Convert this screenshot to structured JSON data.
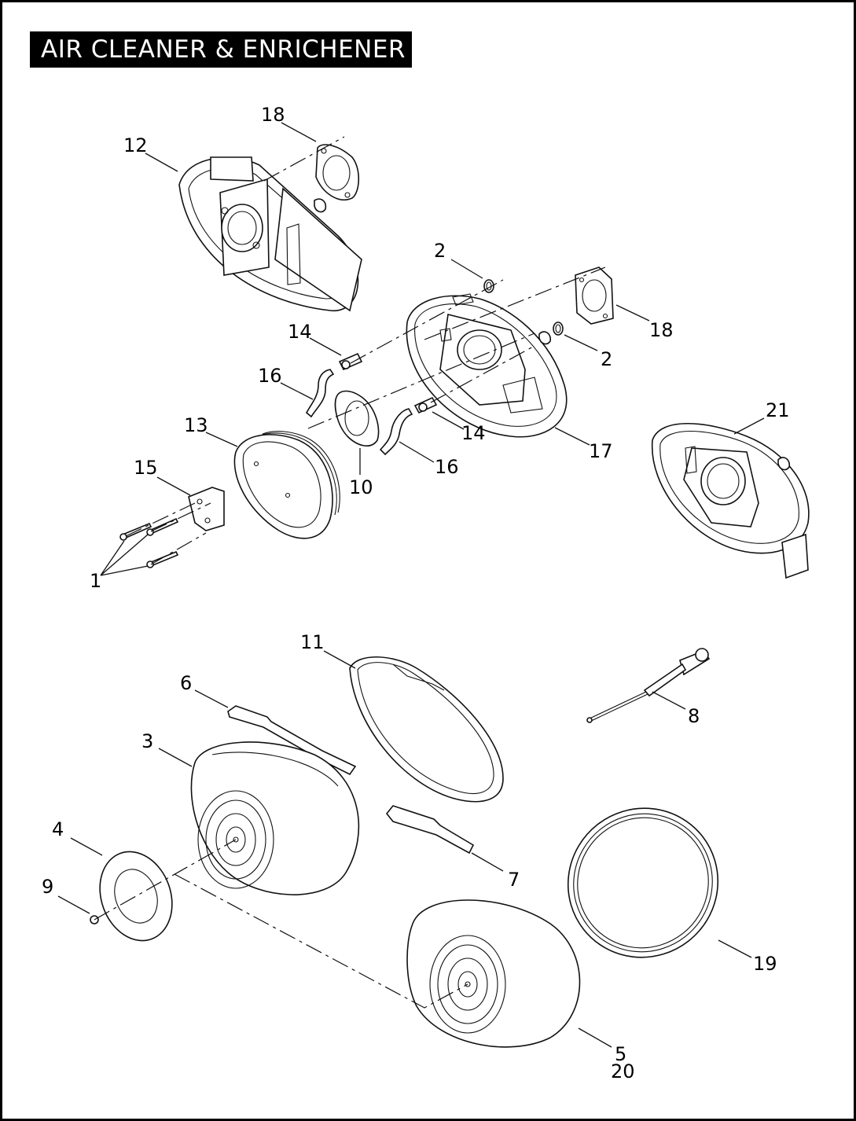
{
  "title": "AIR CLEANER & ENRICHENER",
  "callouts": [
    {
      "id": "c18a",
      "label": "18"
    },
    {
      "id": "c12",
      "label": "12"
    },
    {
      "id": "c2a",
      "label": "2"
    },
    {
      "id": "c18b",
      "label": "18"
    },
    {
      "id": "c14a",
      "label": "14"
    },
    {
      "id": "c2b",
      "label": "2"
    },
    {
      "id": "c16a",
      "label": "16"
    },
    {
      "id": "c13",
      "label": "13"
    },
    {
      "id": "c14b",
      "label": "14"
    },
    {
      "id": "c17",
      "label": "17"
    },
    {
      "id": "c21",
      "label": "21"
    },
    {
      "id": "c15",
      "label": "15"
    },
    {
      "id": "c16b",
      "label": "16"
    },
    {
      "id": "c10",
      "label": "10"
    },
    {
      "id": "c1",
      "label": "1"
    },
    {
      "id": "c11",
      "label": "11"
    },
    {
      "id": "c6",
      "label": "6"
    },
    {
      "id": "c8",
      "label": "8"
    },
    {
      "id": "c3",
      "label": "3"
    },
    {
      "id": "c4",
      "label": "4"
    },
    {
      "id": "c7",
      "label": "7"
    },
    {
      "id": "c9",
      "label": "9"
    },
    {
      "id": "c19",
      "label": "19"
    },
    {
      "id": "c5",
      "label": "5"
    },
    {
      "id": "c20",
      "label": "20"
    }
  ]
}
